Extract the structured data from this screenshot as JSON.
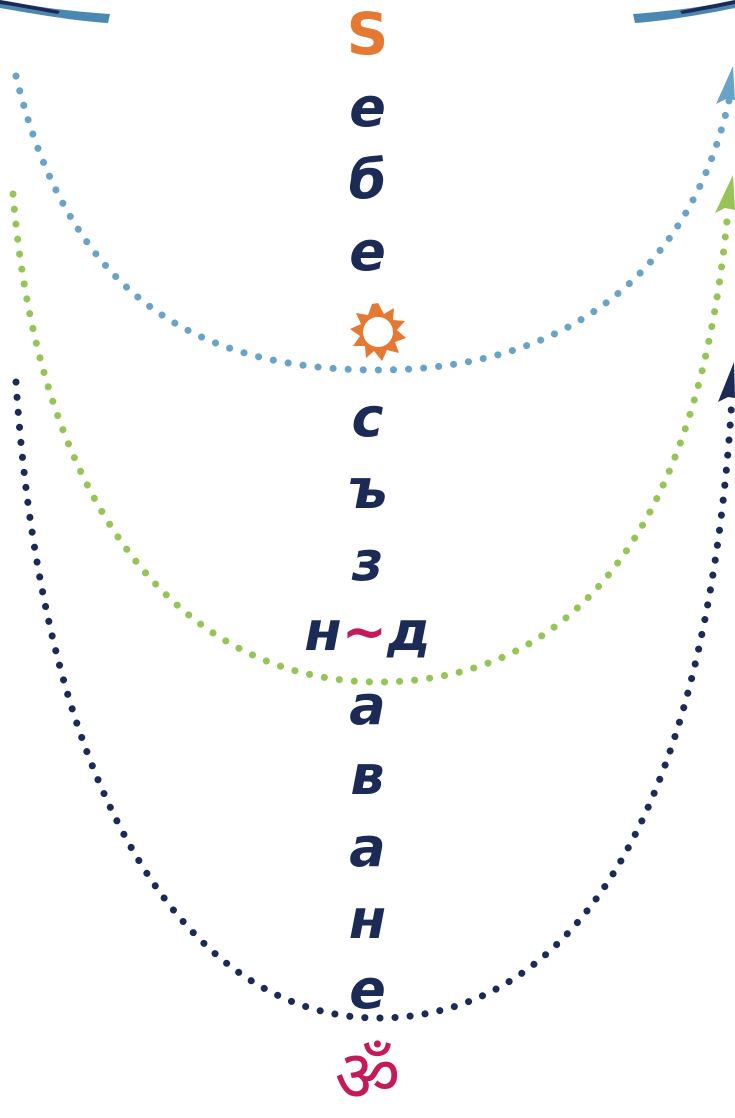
{
  "title": {
    "first_letter": "S",
    "letters": [
      "е",
      "б",
      "е"
    ],
    "sun_symbol": "sun-icon",
    "letters_after": [
      "с",
      "ъ",
      "з"
    ],
    "special": {
      "left": "н",
      "mid": "~",
      "right": "д"
    },
    "letters_end": [
      "а",
      "в",
      "а",
      "н",
      "е"
    ],
    "om_symbol": "ॐ"
  },
  "colors": {
    "navy": "#1b2b55",
    "orange": "#e57832",
    "magenta": "#c6195a",
    "blue": "#6aa3c8",
    "green": "#96c456"
  },
  "icons": [
    "sun-icon",
    "om-icon",
    "arrow-up-icon"
  ]
}
